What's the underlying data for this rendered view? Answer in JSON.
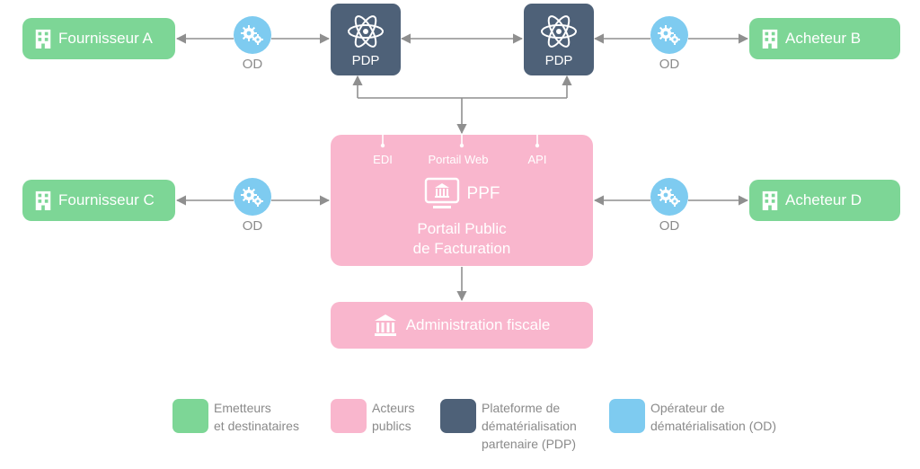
{
  "colors": {
    "emitters": "#7dd696",
    "public": "#f9b6cd",
    "pdp": "#4e6178",
    "od": "#7ecbf0",
    "arrow": "#8f8f8f"
  },
  "actors": {
    "a": "Fournisseur A",
    "b": "Acheteur B",
    "c": "Fournisseur C",
    "d": "Acheteur D"
  },
  "pdp": {
    "left": "PDP",
    "right": "PDP"
  },
  "od": {
    "top_left": "OD",
    "top_right": "OD",
    "mid_left": "OD",
    "mid_right": "OD"
  },
  "ppf": {
    "channels": [
      "EDI",
      "Portail Web",
      "API"
    ],
    "acronym": "PPF",
    "name_line1": "Portail Public",
    "name_line2": "de Facturation"
  },
  "admin": {
    "label": "Administration fiscale"
  },
  "legend": [
    {
      "lines": [
        "Emetteurs",
        "et destinataires"
      ],
      "color": "#7dd696"
    },
    {
      "lines": [
        "Acteurs",
        "publics"
      ],
      "color": "#f9b6cd"
    },
    {
      "lines": [
        "Plateforme de",
        "dématérialisation",
        "partenaire (PDP)"
      ],
      "color": "#4e6178"
    },
    {
      "lines": [
        "Opérateur de",
        "dématérialisation (OD)"
      ],
      "color": "#7ecbf0"
    }
  ],
  "icons": {
    "actor": "building-icon",
    "pdp": "atom-icon",
    "od": "gears-icon",
    "ppf": "monitor-bank-icon",
    "admin": "bank-icon"
  }
}
